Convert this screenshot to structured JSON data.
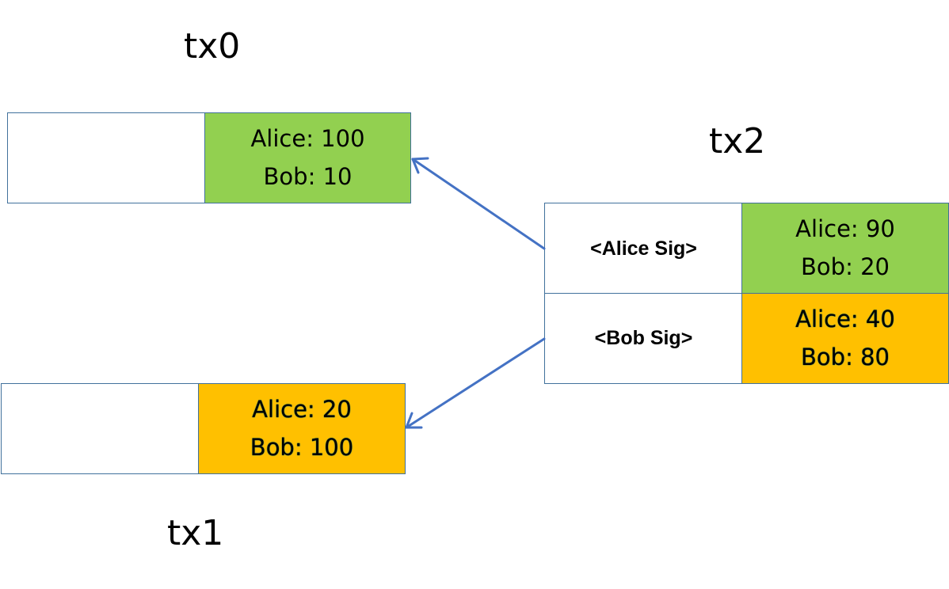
{
  "colors": {
    "green": "#92d050",
    "orange": "#ffc000",
    "border": "#41719c",
    "arrow": "#4472c4"
  },
  "tx0": {
    "title": "tx0",
    "outputs": [
      "Alice: 100",
      "Bob: 10"
    ],
    "color": "green"
  },
  "tx1": {
    "title": "tx1",
    "outputs": [
      "Alice: 20",
      "Bob: 100"
    ],
    "color": "orange"
  },
  "tx2": {
    "title": "tx2",
    "inputs": [
      {
        "signature": "<Alice Sig>",
        "outputs": [
          "Alice: 90",
          "Bob: 20"
        ],
        "color": "green"
      },
      {
        "signature": "<Bob Sig>",
        "outputs": [
          "Alice: 40",
          "Bob: 80"
        ],
        "color": "orange"
      }
    ]
  },
  "arrows": [
    {
      "from": "tx2 <Alice Sig>",
      "to": "tx0"
    },
    {
      "from": "tx2 <Bob Sig>",
      "to": "tx1"
    }
  ]
}
